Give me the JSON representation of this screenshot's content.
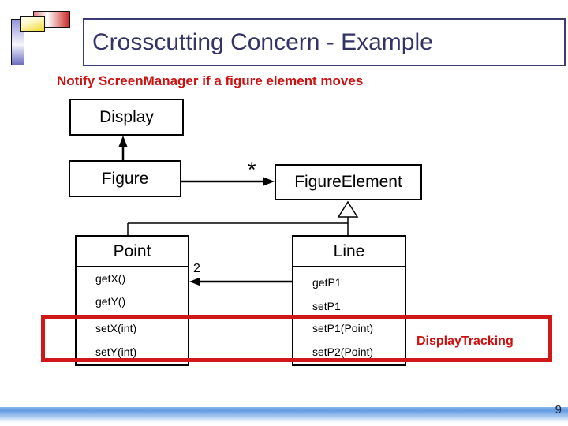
{
  "slide": {
    "title": "Crosscutting Concern - Example",
    "subtitle": "Notify ScreenManager if a figure element moves",
    "page_number": "9"
  },
  "diagram": {
    "classes": {
      "display": {
        "title": "Display"
      },
      "figure": {
        "title": "Figure"
      },
      "figure_element": {
        "title": "FigureElement"
      },
      "point": {
        "title": "Point",
        "methods": [
          "getX()",
          "getY()",
          "setX(int)",
          "setY(int)"
        ]
      },
      "line": {
        "title": "Line",
        "methods": [
          "getP1",
          "setP1",
          "setP1(Point)",
          "setP2(Point)"
        ]
      }
    },
    "relations": {
      "figure_to_element_multiplicity": "*",
      "line_to_point_multiplicity": "2"
    },
    "highlight_label": "DisplayTracking"
  },
  "colors": {
    "title_navy": "#333366",
    "accent_red": "#cc1111",
    "highlight_border_red": "#d01818",
    "box_border_black": "#000000",
    "footer_bar_blue": "#619ce2"
  }
}
